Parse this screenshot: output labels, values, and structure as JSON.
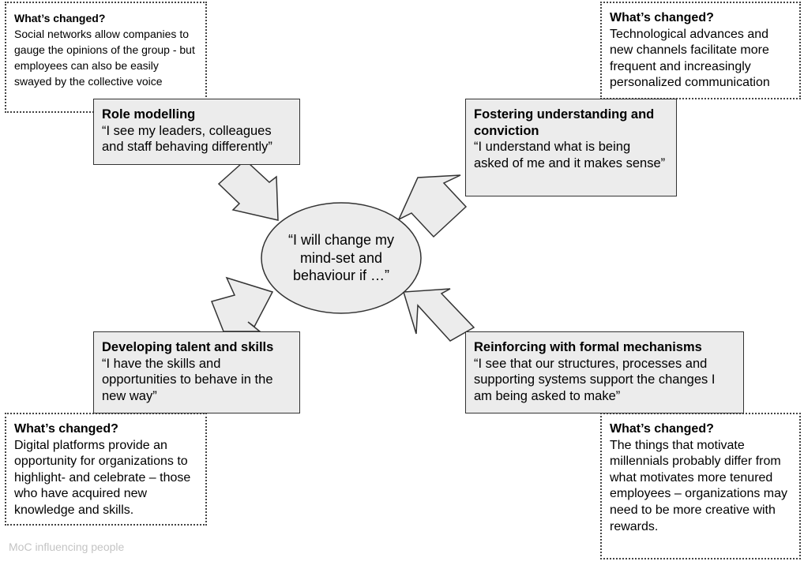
{
  "center": {
    "text": "“I will change my mind-set and behaviour if …”"
  },
  "boxes": {
    "role": {
      "title": "Role modelling",
      "quote": "“I see my leaders, colleagues and staff behaving differently”"
    },
    "fostering": {
      "title": "Fostering understanding and conviction",
      "quote": "“I understand what is being asked of me and it makes sense”"
    },
    "developing": {
      "title": "Developing talent and skills",
      "quote": "“I have the skills and opportunities to behave in the new way”"
    },
    "reinforcing": {
      "title": "Reinforcing with formal mechanisms",
      "quote": "“I see that our structures, processes and supporting systems support the changes I am being asked to make”"
    }
  },
  "notes": {
    "top_left": {
      "heading": "What’s changed?",
      "body": "Social networks allow companies to gauge the opinions of the group - but employees can also be easily swayed by the collective voice"
    },
    "top_right": {
      "heading": "What’s changed?",
      "body": "Technological advances and new channels facilitate more frequent and increasingly personalized communication"
    },
    "bottom_left": {
      "heading": "What’s changed?",
      "body": "Digital platforms provide an opportunity for organizations to highlight- and celebrate – those who have acquired new knowledge and skills."
    },
    "bottom_right": {
      "heading": "What’s changed?",
      "body": "The things that motivate millennials probably differ from what motivates more tenured employees – organizations may need to be more creative with rewards."
    }
  },
  "footer": "MoC influencing people",
  "colors": {
    "box_fill": "#ececec",
    "ellipse_fill": "#ececec",
    "arrow_fill": "#ececec",
    "border": "#333333",
    "footer_text": "#c4c4c4"
  }
}
